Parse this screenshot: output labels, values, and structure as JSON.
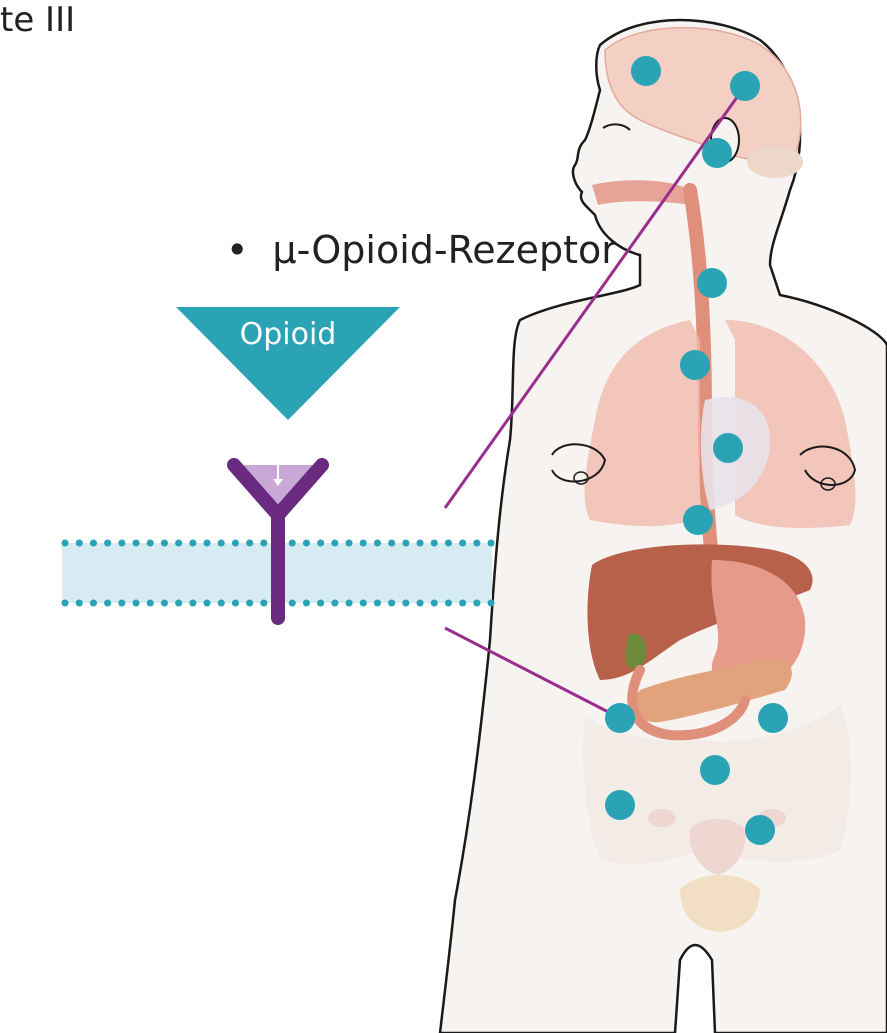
{
  "heading_fragment": "te III",
  "bullet": {
    "marker": "•",
    "text": "µ-Opioid-Rezeptor"
  },
  "ligand_label": "Opioid",
  "colors": {
    "accent_teal": "#2aa3b5",
    "receptor_purple": "#6a2a80",
    "receptor_light": "#c9a7d6",
    "membrane_fill": "#d6ecf2",
    "connector_line": "#9a2e8e"
  },
  "icons": {
    "receptor": "y-shaped-receptor-icon",
    "ligand": "triangle-ligand-icon",
    "body": "human-anatomy-illustration"
  }
}
